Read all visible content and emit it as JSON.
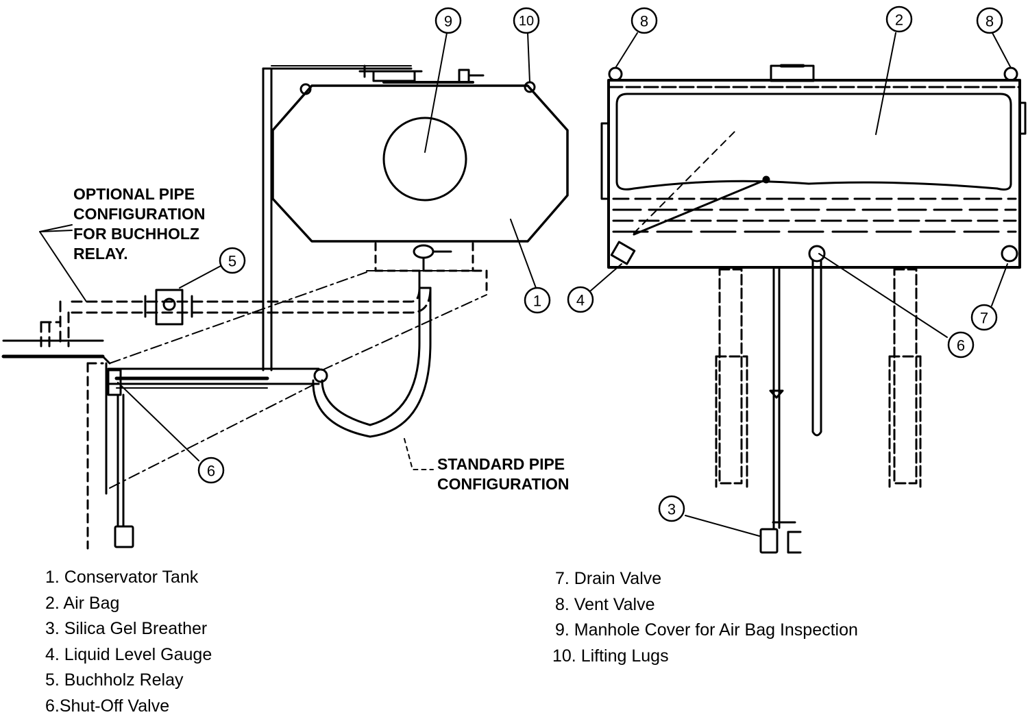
{
  "callouts": {
    "c1": "1",
    "c2": "2",
    "c3": "3",
    "c4": "4",
    "c5": "5",
    "c6a": "6",
    "c6b": "6",
    "c7": "7",
    "c8a": "8",
    "c8b": "8",
    "c9": "9",
    "c10": "10"
  },
  "notes": {
    "optional": [
      "OPTIONAL PIPE",
      "CONFIGURATION",
      "FOR BUCHHOLZ",
      "RELAY."
    ],
    "standard": [
      "STANDARD PIPE",
      "CONFIGURATION"
    ]
  },
  "legend": {
    "left": [
      "1. Conservator Tank",
      "2. Air Bag",
      "3. Silica Gel Breather",
      "4. Liquid Level Gauge",
      "5. Buchholz Relay",
      "6.Shut-Off Valve"
    ],
    "right": [
      "7. Drain Valve",
      "8. Vent Valve",
      "9. Manhole Cover for Air Bag Inspection",
      "10. Lifting Lugs"
    ]
  },
  "colors": {
    "ink": "#000000",
    "paper": "#ffffff"
  }
}
